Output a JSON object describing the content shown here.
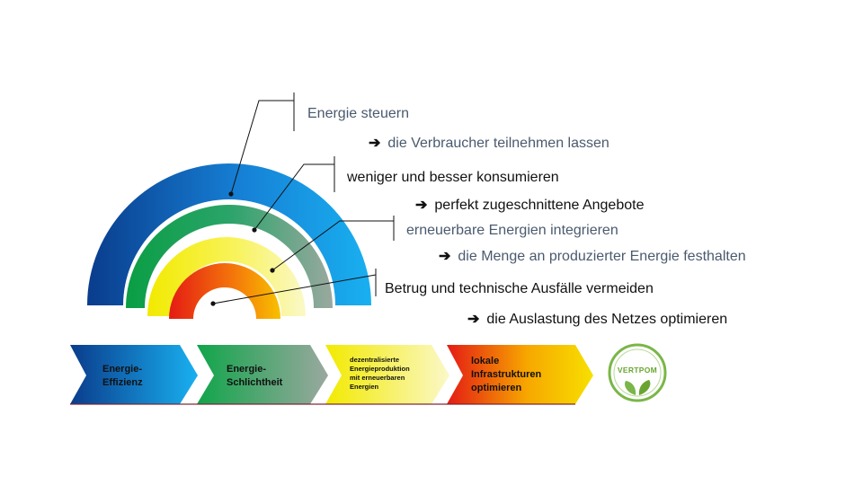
{
  "layers": [
    {
      "label": "Energie steuern",
      "consequence": "die Verbraucher teilnehmen lassen"
    },
    {
      "label": "weniger und besser konsumieren",
      "consequence": "perfekt zugeschnittene Angebote"
    },
    {
      "label": "erneuerbare Energien integrieren",
      "consequence": "die Menge an produzierter Energie festhalten"
    },
    {
      "label": "Betrug und technische Ausfälle vermeiden",
      "consequence": "die Auslastung des Netzes optimieren"
    }
  ],
  "arrow_glyph": "➔",
  "process_steps": [
    {
      "lines": [
        "Energie-",
        "Effizienz"
      ]
    },
    {
      "lines": [
        "Energie-",
        "Schlichtheit"
      ]
    },
    {
      "lines": [
        "dezentralisierte",
        "Energieproduktion",
        "mit erneuerbaren",
        "Energien"
      ]
    },
    {
      "lines": [
        "lokale",
        "Infrastrukturen",
        "optimieren"
      ]
    }
  ],
  "logo": {
    "text": "VERTPOM"
  },
  "colors": {
    "blue_dark": "#0a3c8c",
    "blue_light": "#19a8ec",
    "green": "#10a54a",
    "green_grey": "#8fa39a",
    "yellow": "#f7ef00",
    "yellow_light": "#fbf8b0",
    "red": "#e41b14",
    "orange": "#f7a700",
    "logo_green": "#6aa532"
  }
}
